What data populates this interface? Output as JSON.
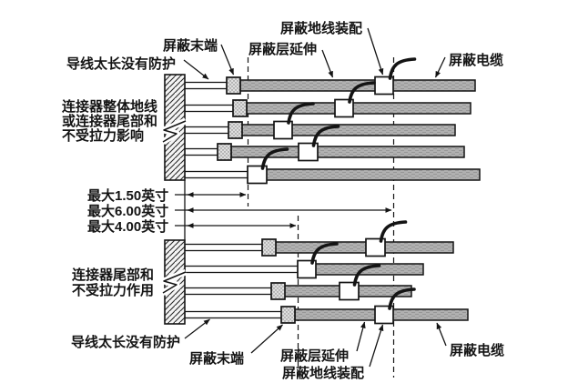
{
  "labels": {
    "top_wire_unprotected": "导线太长没有防护",
    "top_shield_end": "屏蔽末端",
    "top_shield_extension": "屏蔽层延伸",
    "top_ground_assembly": "屏蔽地线装配",
    "top_shielded_cable": "屏蔽电缆",
    "top_connector_line1": "连接器整体地线",
    "top_connector_line2": "或连接器尾部和",
    "top_connector_line3": "不受拉力影响",
    "dim_max_150": "最大1.50英寸",
    "dim_max_600": "最大6.00英寸",
    "dim_max_400": "最大4.00英寸",
    "bottom_connector_line1": "连接器尾部和",
    "bottom_connector_line2": "不受拉力作用",
    "bottom_wire_unprotected": "导线太长没有防护",
    "bottom_shield_end": "屏蔽末端",
    "bottom_shield_extension": "屏蔽层延伸",
    "bottom_ground_assembly": "屏蔽地线装配",
    "bottom_shielded_cable": "屏蔽电缆"
  },
  "colors": {
    "ink": "#141414",
    "cable_gray": "#b0b0b0",
    "cable_gray_texture": "#979797",
    "block_gray": "#dfdfdf",
    "paper": "#ffffff"
  }
}
